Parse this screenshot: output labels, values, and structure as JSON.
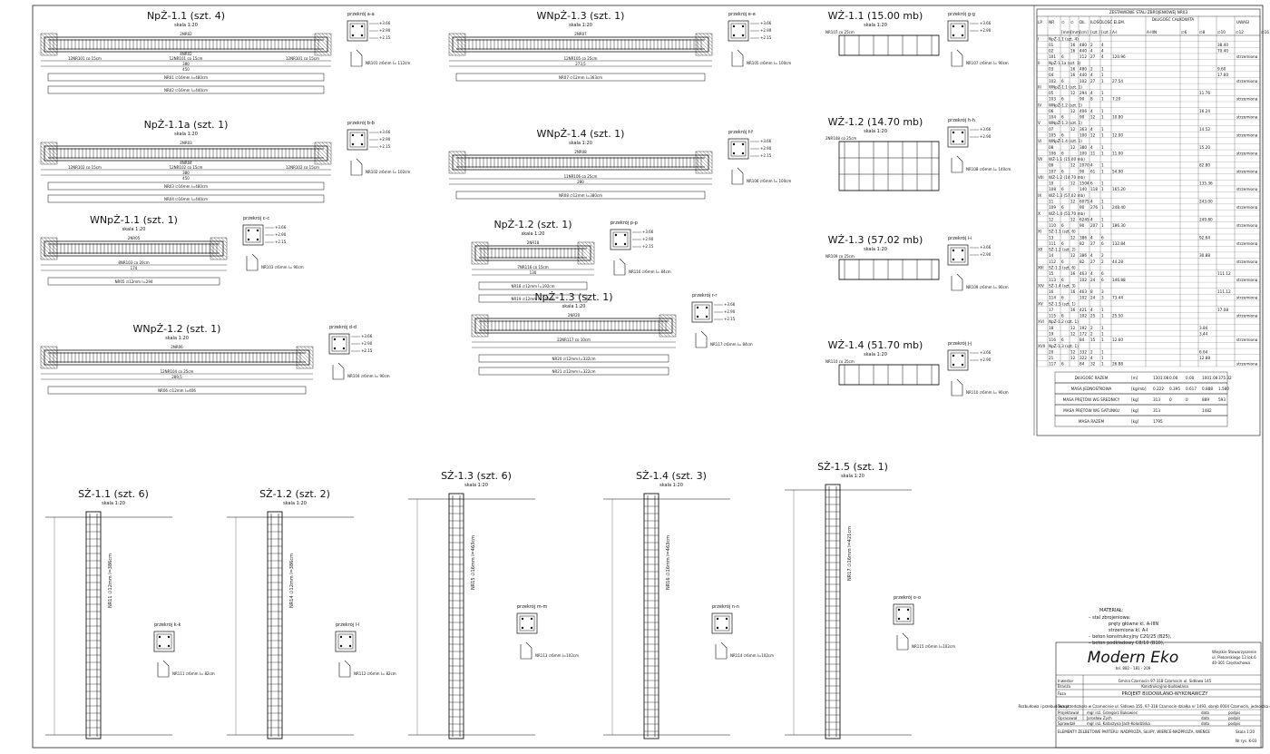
{
  "drawing": {
    "beams": [
      {
        "title": "NpŻ-1.1",
        "qty": "(szt. 4)",
        "scale": "skala 1:20",
        "top_bar": "2NR02",
        "mid": "4NR02",
        "stirrups_left": "12NR101 co 15cm",
        "stirrups_mid": "12NR101 co 15cm",
        "stirrups_right": "12NR101 co 15cm",
        "len_a": "380",
        "len_b": "450",
        "bar1": "NR01 ∅16mm l=480cm",
        "bar2": "NR02 ∅16mm l=440cm",
        "section": "przekrój a-a",
        "sec_bar": "NR101 ∅6mm l= 112cm"
      },
      {
        "title": "NpŻ-1.1a",
        "qty": "(szt. 1)",
        "scale": "skala 1:20",
        "top_bar": "2NR03",
        "mid": "4NR04",
        "stirrups_left": "12NR102 co 15cm",
        "stirrups_mid": "12NR102 co 15cm",
        "stirrups_right": "12NR102 co 15cm",
        "len_a": "380",
        "len_b": "450",
        "bar1": "NR03 ∅16mm l=480cm",
        "bar2": "NR04 ∅16mm l=440cm",
        "section": "przekrój b-b",
        "sec_bar": "NR102 ∅6mm l= 102cm"
      },
      {
        "title": "WNpŻ-1.1",
        "qty": "(szt. 1)",
        "scale": "skala 1:20",
        "top_bar": "2NR05",
        "mid": "",
        "stirrups_left": "",
        "stirrups_mid": "8NR103 co 20cm",
        "stirrups_right": "",
        "len_a": "174",
        "len_b": "",
        "bar1": "NR05 ∅12mm l=294",
        "bar2": "",
        "section": "przekrój c-c",
        "sec_bar": "NR103 ∅6mm l= 90cm"
      },
      {
        "title": "WNpŻ-1.2",
        "qty": "(szt. 1)",
        "scale": "skala 1:20",
        "top_bar": "2NR06",
        "mid": "",
        "stirrups_left": "",
        "stirrups_mid": "12NR104 co 25cm",
        "stirrups_right": "",
        "len_a": "289,5",
        "len_b": "",
        "bar1": "NR06 ∅12mm l=406",
        "bar2": "",
        "section": "przekrój d-d",
        "sec_bar": "NR104 ∅6mm l= 90cm"
      },
      {
        "title": "WNpŻ-1.3",
        "qty": "(szt. 1)",
        "scale": "skala 1:20",
        "top_bar": "2NR07",
        "mid": "",
        "stirrups_left": "",
        "stirrups_mid": "12NR105 co 25cm",
        "stirrups_right": "",
        "len_a": "273,5",
        "len_b": "",
        "bar1": "NR07 ∅12mm l=363cm",
        "bar2": "",
        "section": "przekrój e-e",
        "sec_bar": "NR105 ∅6mm l= 100cm"
      },
      {
        "title": "WNpŻ-1.4",
        "qty": "(szt. 1)",
        "scale": "skala 1:20",
        "top_bar": "2NR08",
        "mid": "",
        "stirrups_left": "",
        "stirrups_mid": "11NR106 co 25cm",
        "stirrups_right": "",
        "len_a": "280",
        "len_b": "",
        "bar1": "NR08 ∅12mm l=380cm",
        "bar2": "",
        "section": "przekrój f-f",
        "sec_bar": "NR106 ∅6mm l= 100cm"
      },
      {
        "title": "NpŻ-1.2",
        "qty": "(szt. 1)",
        "scale": "skala 1:20",
        "top_bar": "2NR18",
        "mid": "",
        "stirrups_left": "",
        "stirrups_mid": "7NR116 co 15cm",
        "stirrups_right": "",
        "len_a": "130",
        "len_b": "",
        "bar1": "NR18 ∅12mm l=192cm",
        "bar2": "NR19 ∅12mm l=172cm",
        "section": "przekrój p-p",
        "sec_bar": "NR116 ∅6mm l= 84cm"
      },
      {
        "title": "NpŻ-1.3",
        "qty": "(szt. 1)",
        "scale": "skala 1:20",
        "top_bar": "2NR20",
        "mid": "",
        "stirrups_left": "",
        "stirrups_mid": "22NR117 co 10cm",
        "stirrups_right": "",
        "len_a": "",
        "len_b": "",
        "bar1": "NR20 ∅12mm l=332cm",
        "bar2": "NR21 ∅12mm l=322cm",
        "section": "przekrój r-r",
        "sec_bar": "NR117 ∅6mm l= 84cm"
      }
    ],
    "wreaths": [
      {
        "title": "WŻ-1.1",
        "qty": "(15.00 mb)",
        "scale": "skala 1:20",
        "lab": "NR107 co 25cm",
        "section": "przekrój g-g",
        "sec_bar": "NR107 ∅6mm l= 90cm"
      },
      {
        "title": "WŻ-1.2",
        "qty": "(14.70 mb)",
        "scale": "skala 1:20",
        "lab": "2NR108 co 25cm",
        "section": "przekrój h-h",
        "sec_bar": "NR108 ∅6mm l= 140cm"
      },
      {
        "title": "WŻ-1.3",
        "qty": "(57.02 mb)",
        "scale": "skala 1:20",
        "lab": "NR109 co 25cm",
        "section": "przekrój i-i",
        "sec_bar": "NR109 ∅6mm l= 90cm"
      },
      {
        "title": "WŻ-1.4",
        "qty": "(51.70 mb)",
        "scale": "skala 1:20",
        "lab": "NR110 co 25cm",
        "section": "przekrój j-j",
        "sec_bar": "NR110 ∅6mm l= 90cm"
      }
    ],
    "columns": [
      {
        "title": "SŻ-1.1",
        "qty": "(szt. 6)",
        "scale": "skala 1:20",
        "bar": "NR11 ∅12mm l=386cm",
        "section": "przekrój k-k",
        "sec_bar": "NR111 ∅6mm l= 82cm"
      },
      {
        "title": "SŻ-1.2",
        "qty": "(szt. 2)",
        "scale": "skala 1:20",
        "bar": "NR14 ∅12mm l=386cm",
        "section": "przekrój l-l",
        "sec_bar": "NR112 ∅6mm l= 82cm"
      },
      {
        "title": "SŻ-1.3",
        "qty": "(szt. 6)",
        "scale": "skala 1:20",
        "bar": "NR15 ∅16mm l=463cm",
        "section": "przekrój m-m",
        "sec_bar": "NR113 ∅6mm l=102cm"
      },
      {
        "title": "SŻ-1.4",
        "qty": "(szt. 3)",
        "scale": "skala 1:20",
        "bar": "NR16 ∅16mm l=463cm",
        "section": "przekrój n-n",
        "sec_bar": "NR114 ∅6mm l=102cm"
      },
      {
        "title": "SŻ-1.5",
        "qty": "(szt. 1)",
        "scale": "skala 1:20",
        "bar": "NR17 ∅16mm l=421cm",
        "section": "przekrój o-o",
        "sec_bar": "NR115 ∅6mm l=102cm"
      }
    ],
    "section_levels": [
      "+3.66",
      "+2.90",
      "+2.15"
    ]
  },
  "steel_table": {
    "title": "ZESTAWIENIE STALI ZBROJENIOWEJ NR03",
    "headers": [
      "LP.",
      "NR",
      "∅",
      "∅",
      "DŁ.",
      "ILOŚĆ",
      "ILOŚĆ ELEM.",
      "DŁUGOŚĆ CAŁKOWITA",
      "UWAGI"
    ],
    "subheaders": [
      "[mm]",
      "[mm]",
      "[cm]",
      "[szt.]",
      "[szt.]",
      "A-I",
      "A-IIIN",
      "∅6",
      "∅8",
      "∅10",
      "∅12",
      "∅16"
    ],
    "rows": [
      [
        "I",
        "NpŻ-1.1 (szt. 4)",
        "",
        "",
        "",
        "",
        "",
        "",
        "",
        "",
        "",
        ""
      ],
      [
        "",
        "01",
        "",
        "16",
        "480",
        "2",
        "4",
        "",
        "",
        "",
        "",
        "38.40"
      ],
      [
        "",
        "02",
        "",
        "16",
        "440",
        "4",
        "4",
        "",
        "",
        "",
        "",
        "70.40"
      ],
      [
        "",
        "101",
        "6",
        "",
        "112",
        "27",
        "4",
        "120.96",
        "",
        "",
        "",
        ""
      ],
      [
        "II",
        "NpŻ-1.1a (szt. 1)",
        "",
        "",
        "",
        "",
        "",
        "",
        "",
        "",
        "",
        ""
      ],
      [
        "",
        "03",
        "",
        "16",
        "480",
        "2",
        "1",
        "",
        "",
        "",
        "",
        "9.60"
      ],
      [
        "",
        "04",
        "",
        "16",
        "440",
        "4",
        "1",
        "",
        "",
        "",
        "",
        "17.60"
      ],
      [
        "",
        "102",
        "6",
        "",
        "102",
        "27",
        "1",
        "27.54",
        "",
        "",
        "",
        ""
      ],
      [
        "III",
        "WNpŻ-1.1 (szt. 1)",
        "",
        "",
        "",
        "",
        "",
        "",
        "",
        "",
        "",
        ""
      ],
      [
        "",
        "05",
        "",
        "12",
        "294",
        "4",
        "1",
        "",
        "",
        "",
        "11.76",
        ""
      ],
      [
        "",
        "103",
        "6",
        "",
        "90",
        "8",
        "1",
        "7.20",
        "",
        "",
        "",
        ""
      ],
      [
        "IV",
        "WNpŻ-1.2 (szt. 1)",
        "",
        "",
        "",
        "",
        "",
        "",
        "",
        "",
        "",
        ""
      ],
      [
        "",
        "06",
        "",
        "12",
        "406",
        "4",
        "1",
        "",
        "",
        "",
        "16.24",
        ""
      ],
      [
        "",
        "104",
        "6",
        "",
        "90",
        "12",
        "1",
        "10.80",
        "",
        "",
        "",
        ""
      ],
      [
        "V",
        "WNpŻ-1.3 (szt. 1)",
        "",
        "",
        "",
        "",
        "",
        "",
        "",
        "",
        "",
        ""
      ],
      [
        "",
        "07",
        "",
        "12",
        "363",
        "4",
        "1",
        "",
        "",
        "",
        "14.52",
        ""
      ],
      [
        "",
        "105",
        "6",
        "",
        "100",
        "12",
        "1",
        "12.00",
        "",
        "",
        "",
        ""
      ],
      [
        "VI",
        "WNpŻ-1.4 (szt. 1)",
        "",
        "",
        "",
        "",
        "",
        "",
        "",
        "",
        "",
        ""
      ],
      [
        "",
        "08",
        "",
        "12",
        "380",
        "4",
        "1",
        "",
        "",
        "",
        "15.20",
        ""
      ],
      [
        "",
        "106",
        "6",
        "",
        "100",
        "11",
        "1",
        "11.00",
        "",
        "",
        "",
        ""
      ],
      [
        "VII",
        "WŻ-1.1 (15.00 mb)",
        "",
        "",
        "",
        "",
        "",
        "",
        "",
        "",
        "",
        ""
      ],
      [
        "",
        "09",
        "",
        "12",
        "2070",
        "4",
        "1",
        "",
        "",
        "",
        "82.80",
        ""
      ],
      [
        "",
        "107",
        "6",
        "",
        "90",
        "61",
        "1",
        "54.90",
        "",
        "",
        "",
        ""
      ],
      [
        "VIII",
        "WŻ-1.2 (14.70 mb)",
        "",
        "",
        "",
        "",
        "",
        "",
        "",
        "",
        "",
        ""
      ],
      [
        "",
        "10",
        "",
        "12",
        "1504",
        "6",
        "1",
        "",
        "",
        "",
        "135.36",
        ""
      ],
      [
        "",
        "108",
        "6",
        "",
        "140",
        "118",
        "1",
        "165.20",
        "",
        "",
        "",
        ""
      ],
      [
        "IX",
        "WŻ-1.3 (57.02 mb)",
        "",
        "",
        "",
        "",
        "",
        "",
        "",
        "",
        "",
        ""
      ],
      [
        "",
        "11",
        "",
        "12",
        "6075",
        "4",
        "1",
        "",
        "",
        "",
        "243.00",
        ""
      ],
      [
        "",
        "109",
        "6",
        "",
        "90",
        "276",
        "1",
        "248.40",
        "",
        "",
        "",
        ""
      ],
      [
        "X",
        "WŻ-1.4 (51.70 mb)",
        "",
        "",
        "",
        "",
        "",
        "",
        "",
        "",
        "",
        ""
      ],
      [
        "",
        "12",
        "",
        "12",
        "6245",
        "4",
        "1",
        "",
        "",
        "",
        "249.80",
        ""
      ],
      [
        "",
        "110",
        "6",
        "",
        "90",
        "207",
        "1",
        "186.30",
        "",
        "",
        "",
        ""
      ],
      [
        "XI",
        "SŻ-1.1 (szt. 6)",
        "",
        "",
        "",
        "",
        "",
        "",
        "",
        "",
        "",
        ""
      ],
      [
        "",
        "13",
        "",
        "12",
        "386",
        "4",
        "6",
        "",
        "",
        "",
        "92.64",
        ""
      ],
      [
        "",
        "111",
        "6",
        "",
        "82",
        "27",
        "6",
        "132.84",
        "",
        "",
        "",
        ""
      ],
      [
        "XII",
        "SŻ-1.2 (szt. 2)",
        "",
        "",
        "",
        "",
        "",
        "",
        "",
        "",
        "",
        ""
      ],
      [
        "",
        "14",
        "",
        "12",
        "386",
        "4",
        "2",
        "",
        "",
        "",
        "30.88",
        ""
      ],
      [
        "",
        "112",
        "6",
        "",
        "82",
        "27",
        "2",
        "44.28",
        "",
        "",
        "",
        ""
      ],
      [
        "XIII",
        "SŻ-1.3 (szt. 6)",
        "",
        "",
        "",
        "",
        "",
        "",
        "",
        "",
        "",
        ""
      ],
      [
        "",
        "15",
        "",
        "16",
        "463",
        "4",
        "6",
        "",
        "",
        "",
        "",
        "111.12"
      ],
      [
        "",
        "113",
        "6",
        "",
        "102",
        "24",
        "6",
        "146.88",
        "",
        "",
        "",
        ""
      ],
      [
        "XIV",
        "SŻ-1.4 (szt. 3)",
        "",
        "",
        "",
        "",
        "",
        "",
        "",
        "",
        "",
        ""
      ],
      [
        "",
        "16",
        "",
        "16",
        "463",
        "8",
        "3",
        "",
        "",
        "",
        "",
        "111.12"
      ],
      [
        "",
        "114",
        "6",
        "",
        "102",
        "24",
        "3",
        "73.44",
        "",
        "",
        "",
        ""
      ],
      [
        "XV",
        "SŻ-1.5 (szt. 1)",
        "",
        "",
        "",
        "",
        "",
        "",
        "",
        "",
        "",
        ""
      ],
      [
        "",
        "17",
        "",
        "16",
        "421",
        "4",
        "1",
        "",
        "",
        "",
        "",
        "17.08"
      ],
      [
        "",
        "115",
        "6",
        "",
        "102",
        "25",
        "1",
        "25.50",
        "",
        "",
        "",
        ""
      ],
      [
        "XVI",
        "NpŻ-1.2 (szt. 1)",
        "",
        "",
        "",
        "",
        "",
        "",
        "",
        "",
        "",
        ""
      ],
      [
        "",
        "18",
        "",
        "12",
        "192",
        "2",
        "1",
        "",
        "",
        "",
        "3.84",
        ""
      ],
      [
        "",
        "19",
        "",
        "12",
        "172",
        "2",
        "1",
        "",
        "",
        "",
        "3.44",
        ""
      ],
      [
        "",
        "116",
        "6",
        "",
        "84",
        "15",
        "1",
        "12.60",
        "",
        "",
        "",
        ""
      ],
      [
        "XVII",
        "NpŻ-1.3 (szt. 1)",
        "",
        "",
        "",
        "",
        "",
        "",
        "",
        "",
        "",
        ""
      ],
      [
        "",
        "20",
        "",
        "12",
        "332",
        "2",
        "1",
        "",
        "",
        "",
        "6.64",
        ""
      ],
      [
        "",
        "21",
        "",
        "12",
        "322",
        "4",
        "1",
        "",
        "",
        "",
        "12.88",
        ""
      ],
      [
        "",
        "117",
        "6",
        "",
        "84",
        "32",
        "1",
        "26.88",
        "",
        "",
        "",
        ""
      ]
    ],
    "summary": [
      [
        "DŁUGOŚĆ RAZEM",
        "[m]",
        "1301.08",
        "0.00",
        "0.00",
        "1001.08",
        "375.32"
      ],
      [
        "MASA JEDNOSTKOWA",
        "[kg/mb]",
        "0.222",
        "0.395",
        "0.617",
        "0.888",
        "1.580"
      ],
      [
        "MASA PRĘTÓW WG ŚREDNICY",
        "[kg]",
        "313",
        "0",
        "0",
        "889",
        "593"
      ],
      [
        "MASA PRĘTÓW WG GATUNKU",
        "[kg]",
        "313",
        "",
        "",
        "1482",
        ""
      ],
      [
        "MASA RAZEM",
        "[kg]",
        "1795",
        "",
        "",
        "",
        ""
      ]
    ]
  },
  "material": {
    "title": "MATERIAŁ:",
    "lines": [
      "– stal zbrojeniowa:",
      "pręty główne kl. A-IIIN",
      "strzemiona kl. A-I",
      "– beton konstrukcyjny C20/25 (B25),",
      "– beton podkładowy C8/10 (B10),"
    ]
  },
  "title_block": {
    "logo": "Modern Eko",
    "company": "Wiejskie Stowarzyszenie ul. Piekarskiego 13 lok.6 40-301 Częstochowa",
    "phone": "tel. 882 - 181 - 209",
    "investor_label": "Inwestor",
    "investor": "Gmina Czarnocin 97-318 Czarnocin ul. Sidlowa 145",
    "branch_label": "Branża",
    "branch": "Konstrukcyjno-budowlana",
    "phase_label": "Faza",
    "phase": "PROJEKT BUDOWLANO-WYKONAWCZY",
    "subject_label": "Temat",
    "subject": "Rozbudowa i przebudowa przedszkola w Czarnocinie ul. Sidlowa 155, 97-318 Czarnocin działka nr 1493, obręb 0004 Czarnocin, jednostka ewidencyjna 101002_2",
    "roles": [
      [
        "Projektował",
        "mgr inż. Grzegorz Bukowiec",
        "data",
        "podpis"
      ],
      [
        "Opracował",
        "Jarosław Zych",
        "data",
        "podpis"
      ],
      [
        "Sprawdził",
        "mgr inż. Katarzyna Jach-Kolodziska",
        "data",
        "podpis"
      ]
    ],
    "sheet_title": "ELEMENTY ŻELBETOWE PARTERU: NADPROŻA, SŁUPY, WIEŃCE-NADPROŻA, WIEŃCE",
    "scale_label": "Skala",
    "scale": "1:20",
    "sheet_label": "Nr rys.",
    "sheet": "K-03"
  }
}
